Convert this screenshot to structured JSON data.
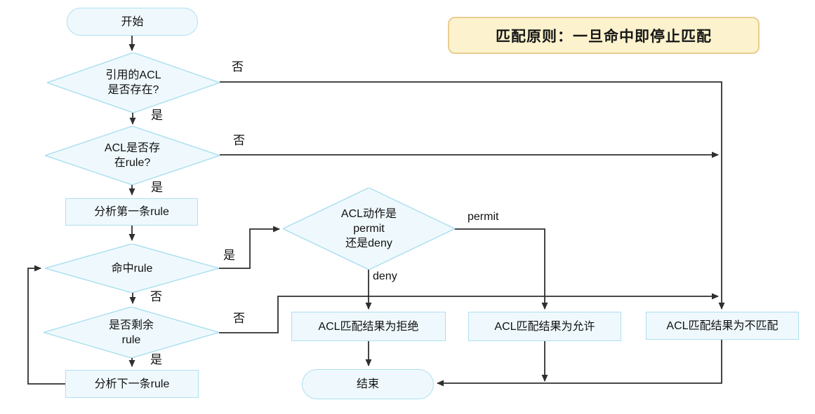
{
  "banner": {
    "text": "匹配原则：一旦命中即停止匹配"
  },
  "nodes": {
    "start": {
      "label": "开始"
    },
    "d1": {
      "label": "引用的ACL\n是否存在?"
    },
    "d2": {
      "label": "ACL是否存\n在rule?"
    },
    "r1": {
      "label": "分析第一条rule"
    },
    "d3": {
      "label": "命中rule"
    },
    "d4": {
      "label": "是否剩余\nrule"
    },
    "r2": {
      "label": "分析下一条rule"
    },
    "d5": {
      "label": "ACL动作是\npermit\n还是deny"
    },
    "r3": {
      "label": "ACL匹配结果为拒绝"
    },
    "r4": {
      "label": "ACL匹配结果为允许"
    },
    "r5": {
      "label": "ACL匹配结果为不匹配"
    },
    "end": {
      "label": "结束"
    }
  },
  "edge_labels": {
    "d1_no": "否",
    "d1_yes": "是",
    "d2_no": "否",
    "d2_yes": "是",
    "d3_yes": "是",
    "d3_no": "否",
    "d4_no": "否",
    "d4_yes": "是",
    "d5_permit": "permit",
    "d5_deny": "deny"
  },
  "colors": {
    "node_fill": "#EFF9FD",
    "node_border": "#AEE0F0",
    "line": "#2F2F2F",
    "banner_fill": "#FCF2CD",
    "banner_border": "#EACD92",
    "text": "#111111"
  }
}
